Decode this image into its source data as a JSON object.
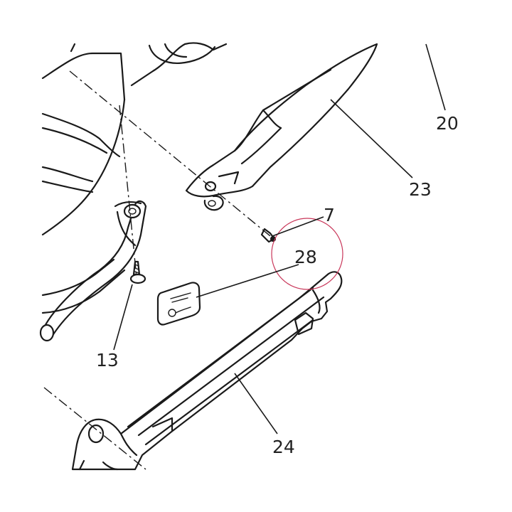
{
  "diagram": {
    "callouts": [
      {
        "label": "20"
      },
      {
        "label": "23"
      },
      {
        "label": "7"
      },
      {
        "label": "28"
      },
      {
        "label": "13"
      },
      {
        "label": "24"
      }
    ],
    "highlight_color": "#c9375a",
    "line_color": "#1a1a1a"
  }
}
